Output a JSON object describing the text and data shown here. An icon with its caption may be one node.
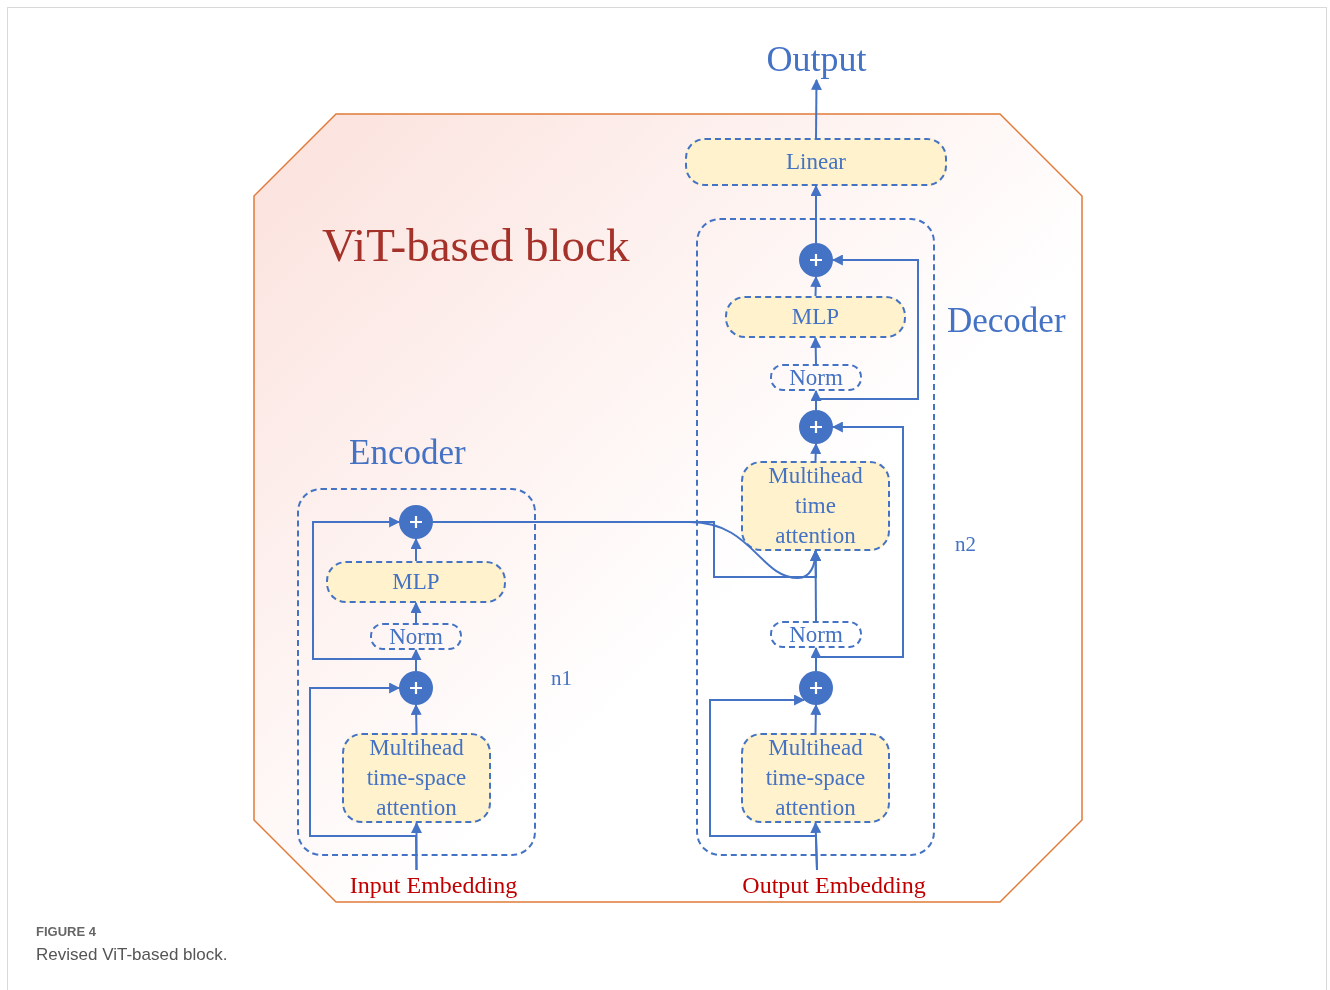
{
  "diagram": {
    "caption": "Revised ViT-based block.",
    "nodes": [
      {
        "text": [
          "ViT-based block"
        ]
      },
      {
        "text": [
          "Encoder"
        ],
        "in": 0,
        "beside": [
          "n1"
        ]
      },
      {
        "text": [],
        "shape": "circle",
        "in": 1
      },
      {
        "text": [
          "MLP"
        ],
        "in": 1
      },
      {
        "text": [
          "Norm"
        ],
        "in": 1
      },
      {
        "text": [],
        "shape": "circle",
        "in": 1
      },
      {
        "text": [
          "Multihead time-space attention"
        ],
        "in": 1
      },
      {
        "text": [
          "Decoder"
        ],
        "in": 0,
        "beside": [
          "n2"
        ]
      },
      {
        "text": [],
        "shape": "circle",
        "in": 7
      },
      {
        "text": [
          "MLP"
        ],
        "in": 7
      },
      {
        "text": [
          "Norm"
        ],
        "in": 7
      },
      {
        "text": [],
        "shape": "circle",
        "in": 7
      },
      {
        "text": [
          "Multihead time attention"
        ],
        "in": 7
      },
      {
        "text": [
          "Norm"
        ],
        "in": 7
      },
      {
        "text": [],
        "shape": "circle",
        "in": 7
      },
      {
        "text": [
          "Multihead time-space attention"
        ],
        "in": 7
      },
      {
        "text": [
          "Linear"
        ],
        "in": 0
      },
      {
        "text": [
          "Output"
        ]
      },
      {
        "text": [
          "Input Embedding"
        ],
        "in": 0
      },
      {
        "text": [
          "Output Embedding"
        ],
        "in": 0
      }
    ],
    "edges": [
      {
        "from": 18,
        "to": 6,
        "arrow": "to"
      },
      {
        "from": 18,
        "to": 5,
        "arrow": "to"
      },
      {
        "from": 6,
        "to": 5,
        "arrow": "to"
      },
      {
        "from": 5,
        "to": 4,
        "arrow": "to"
      },
      {
        "from": 4,
        "to": 3,
        "arrow": "to"
      },
      {
        "from": 3,
        "to": 2,
        "arrow": "to"
      },
      {
        "from": 5,
        "to": 2,
        "arrow": "to"
      },
      {
        "from": 2,
        "to": 12,
        "arrow": "to"
      },
      {
        "from": 2,
        "to": 12,
        "arrow": "to"
      },
      {
        "from": 19,
        "to": 15,
        "arrow": "to"
      },
      {
        "from": 19,
        "to": 14,
        "arrow": "to"
      },
      {
        "from": 15,
        "to": 14,
        "arrow": "to"
      },
      {
        "from": 14,
        "to": 13,
        "arrow": "to"
      },
      {
        "from": 13,
        "to": 12,
        "arrow": "to"
      },
      {
        "from": 14,
        "to": 11,
        "arrow": "to"
      },
      {
        "from": 12,
        "to": 11,
        "arrow": "to"
      },
      {
        "from": 11,
        "to": 10,
        "arrow": "to"
      },
      {
        "from": 10,
        "to": 9,
        "arrow": "to"
      },
      {
        "from": 9,
        "to": 8,
        "arrow": "to"
      },
      {
        "from": 11,
        "to": 8,
        "arrow": "to"
      },
      {
        "from": 8,
        "to": 16,
        "arrow": "to"
      },
      {
        "from": 16,
        "to": 17,
        "arrow": "to"
      }
    ],
    "labels": [
      "FIGURE 4"
    ]
  }
}
